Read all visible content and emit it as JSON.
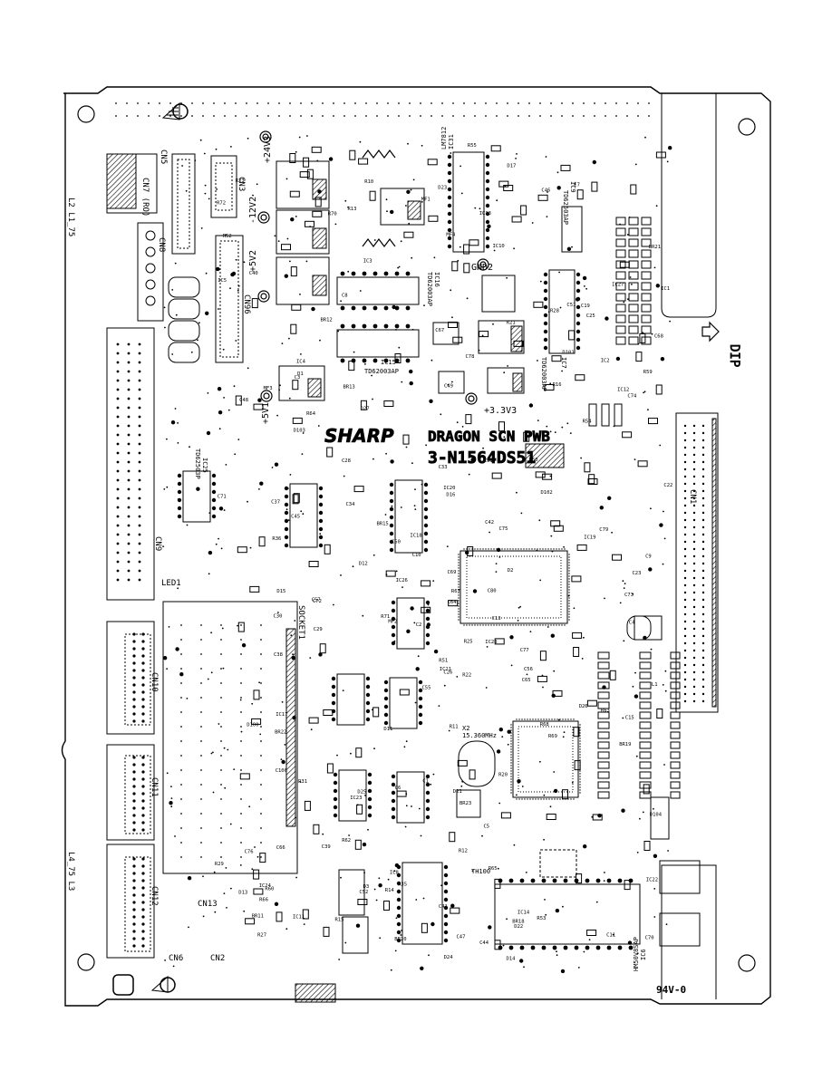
{
  "board": {
    "brand": "SHARP",
    "title": "DRAGON SCN PWB",
    "part_number": "3-N1564DS51",
    "ul_mark": "94V-0",
    "direction_label": "DIP"
  },
  "power_labels": [
    "+24V3",
    "-12V2",
    "+5V2",
    "+5V1",
    "+3.3V3",
    "GND2"
  ],
  "connectors": [
    {
      "ref": "CN1"
    },
    {
      "ref": "CN2"
    },
    {
      "ref": "CN3"
    },
    {
      "ref": "CN5"
    },
    {
      "ref": "CN6"
    },
    {
      "ref": "CN7 (RO)"
    },
    {
      "ref": "CN8"
    },
    {
      "ref": "CN9"
    },
    {
      "ref": "CN10"
    },
    {
      "ref": "CN11"
    },
    {
      "ref": "CN12"
    },
    {
      "ref": "CN13"
    },
    {
      "ref": "CN96"
    },
    {
      "ref": "SOCKET1"
    }
  ],
  "ics": [
    {
      "ref": "IC15",
      "part": "TD62003AP"
    },
    {
      "ref": "IC16",
      "part": "TD62003AP"
    },
    {
      "ref": "IC7",
      "part": "TD62003AP"
    },
    {
      "ref": "IC9",
      "part": "TD62503AP"
    },
    {
      "ref": "IC25",
      "part": "TD62503P"
    },
    {
      "ref": "IC6",
      "part": "HM50V8SAP"
    },
    {
      "ref": "IC31",
      "part": "LM7812"
    }
  ],
  "misc_labels": {
    "led": "LED1",
    "crystal_x2": "X2",
    "crystal_freq": "15.360MHz",
    "test_hole": "TH100",
    "l_marks_top": "L2  L1_75",
    "l_marks_bottom": "L4_75  L3",
    "tiny_refs": [
      "R65",
      "R64",
      "R35",
      "R36",
      "C34",
      "D21",
      "D22",
      "C25",
      "R31",
      "C26",
      "R27",
      "R28",
      "R29",
      "D23",
      "C33",
      "D24",
      "D25",
      "D26",
      "D27",
      "C23",
      "C22",
      "C19",
      "C13",
      "R14",
      "R15",
      "R16",
      "D12",
      "D13",
      "D14",
      "D15",
      "D16",
      "D17",
      "D103",
      "D104",
      "D100",
      "D101",
      "D102",
      "C28",
      "C29",
      "C30",
      "C31",
      "C15",
      "R25",
      "R10",
      "R60",
      "R62",
      "R63",
      "C57",
      "C56",
      "C55",
      "C47",
      "C48",
      "C49",
      "C50",
      "C51",
      "C52",
      "C37",
      "C38",
      "C39",
      "C40",
      "C41",
      "C42",
      "C44",
      "C45",
      "C46",
      "C68",
      "C69",
      "C70",
      "C78",
      "C79",
      "C80",
      "R50",
      "R51",
      "R52",
      "R53",
      "R54",
      "R55",
      "R59",
      "R66",
      "R67",
      "R68",
      "R69",
      "R70",
      "R71",
      "R72",
      "BR11",
      "BR12",
      "BR13",
      "BR15",
      "BR18",
      "BR19",
      "BR20",
      "BR21",
      "BR22",
      "BR23",
      "MF1",
      "MF2",
      "MF3",
      "MF4",
      "L1",
      "C1",
      "C2",
      "C3",
      "C4",
      "C5",
      "C6",
      "C7",
      "C8",
      "C9",
      "C10",
      "C11",
      "C100",
      "D1",
      "D2",
      "D3",
      "D11",
      "IC1",
      "IC2",
      "IC3",
      "IC4",
      "IC5",
      "IC8",
      "IC10",
      "IC11",
      "IC12",
      "IC13",
      "IC14",
      "IC17",
      "IC18",
      "IC19",
      "IC20",
      "IC21",
      "IC22",
      "IC23",
      "IC24",
      "IC26",
      "IC27",
      "IC28",
      "R11",
      "R12",
      "R13",
      "R20",
      "R21",
      "R22",
      "R23",
      "C64",
      "C65",
      "C66",
      "C67",
      "C71",
      "C72",
      "C73",
      "C74",
      "C75",
      "C76",
      "C77"
    ]
  }
}
